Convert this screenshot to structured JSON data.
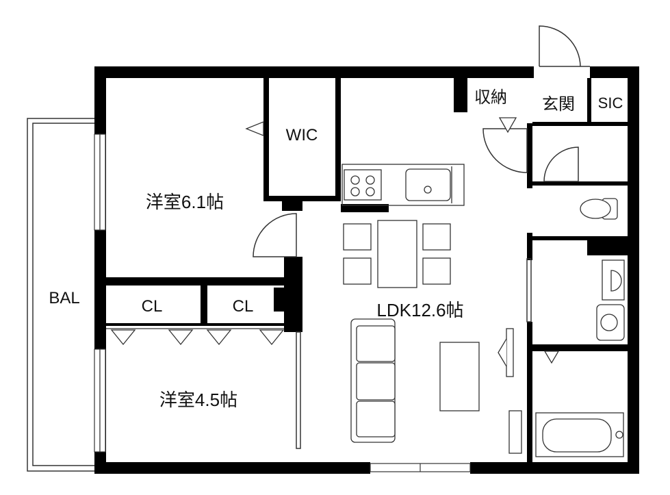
{
  "floorplan": {
    "rooms": {
      "bedroom_large": "洋室6.1帖",
      "bedroom_small": "洋室4.5帖",
      "ldk": "LDK12.6帖",
      "wic": "WIC",
      "closet_1": "CL",
      "closet_2": "CL",
      "storage": "収納",
      "entrance": "玄関",
      "sic": "SIC",
      "balcony": "BAL"
    },
    "colors": {
      "wall": "#000000",
      "line": "#333333",
      "background": "#ffffff"
    }
  }
}
